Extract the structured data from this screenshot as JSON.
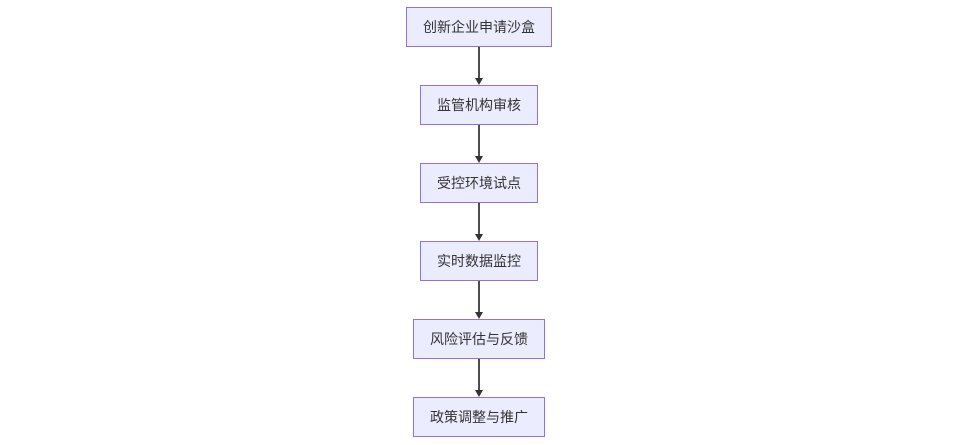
{
  "diagram": {
    "type": "flowchart",
    "direction": "top-down",
    "colors": {
      "canvas_bg": "#ffffff",
      "node_fill": "#ECECFF",
      "node_border": "#9370DB",
      "node_text": "#333333",
      "arrow_line": "#4d4d4d",
      "arrow_head": "#333333"
    },
    "nodes": [
      {
        "label": "创新企业申请沙盒"
      },
      {
        "label": "监管机构审核"
      },
      {
        "label": "受控环境试点"
      },
      {
        "label": "实时数据监控"
      },
      {
        "label": "风险评估与反馈"
      },
      {
        "label": "政策调整与推广"
      }
    ],
    "edges": [
      {
        "from": "创新企业申请沙盒",
        "to": "监管机构审核"
      },
      {
        "from": "监管机构审核",
        "to": "受控环境试点"
      },
      {
        "from": "受控环境试点",
        "to": "实时数据监控"
      },
      {
        "from": "实时数据监控",
        "to": "风险评估与反馈"
      },
      {
        "from": "风险评估与反馈",
        "to": "政策调整与推广"
      }
    ]
  }
}
